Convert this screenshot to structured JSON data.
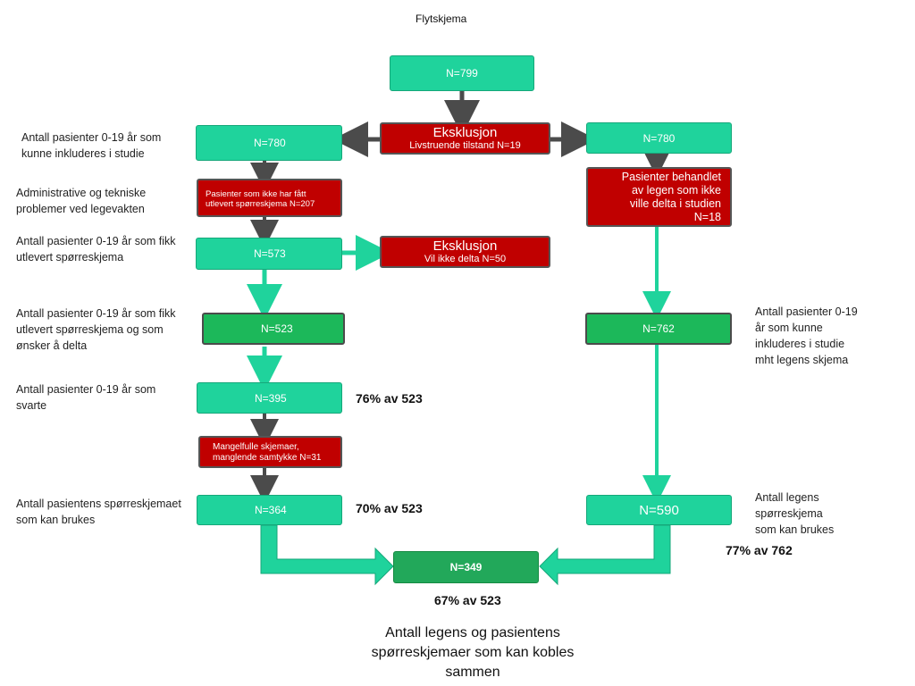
{
  "title": "Flytskjema",
  "nodes": {
    "top": "N=799",
    "left1": "N=780",
    "right1": "N=780",
    "excl1_title": "Eksklusjon",
    "excl1_sub": "Livstruende tilstand N=19",
    "left_excl1": "Pasienter som ikke har fått utlevert spørreskjema N=207",
    "right_excl1": "Pasienter behandlet av legen som ikke ville delta i studien N=18",
    "left2": "N=573",
    "excl2_title": "Eksklusjon",
    "excl2_sub": "Vil ikke delta N=50",
    "left3": "N=523",
    "right2": "N=762",
    "left4": "N=395",
    "left_excl2": "Mangelfulle skjemaer, manglende samtykke N=31",
    "left5": "N=364",
    "right3": "N=590",
    "final": "N=349"
  },
  "labels": {
    "l1": "Antall pasienter 0-19 år som kunne inkluderes i studie",
    "l2": "Administrative og tekniske problemer ved legevakten",
    "l3": "Antall pasienter 0-19 år som fikk utlevert spørreskjema",
    "l4": "Antall pasienter 0-19 år som fikk utlevert spørreskjema og som ønsker å delta",
    "l5": "Antall pasienter 0-19 år som svarte",
    "l6": "Antall pasientens spørreskjemaet som kan brukes",
    "r1": "Antall pasienter 0-19 år som kunne inkluderes i studie mht legens skjema",
    "r2": "Antall legens spørreskjema som kan brukes",
    "bottom": "Antall legens og pasientens spørreskjemaer som kan kobles sammen"
  },
  "percentages": {
    "p1": "76% av 523",
    "p2": "70% av 523",
    "p3": "77% av 762",
    "p4": "67% av 523"
  },
  "colors": {
    "teal": "#1fd39c",
    "green": "#1cb85a",
    "red": "#c00000",
    "arrow": "#1fd39c"
  }
}
